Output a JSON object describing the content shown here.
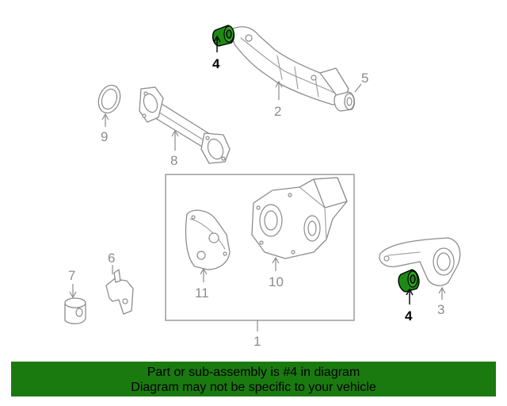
{
  "diagram": {
    "callouts": {
      "part_1": "1",
      "part_2": "2",
      "part_3": "3",
      "part_4_top": "4",
      "part_4_bottom": "4",
      "part_5": "5",
      "part_6": "6",
      "part_7": "7",
      "part_8": "8",
      "part_9": "9",
      "part_10": "10",
      "part_11": "11"
    },
    "highlight_part": "4"
  },
  "banner": {
    "line1": "Part or sub-assembly is #4 in diagram",
    "line2": "Diagram may not be specific to your vehicle"
  },
  "colors": {
    "highlight_fill": "#2fa31f",
    "banner_background": "#1a7a10",
    "line_art": "#8c8c8c"
  }
}
